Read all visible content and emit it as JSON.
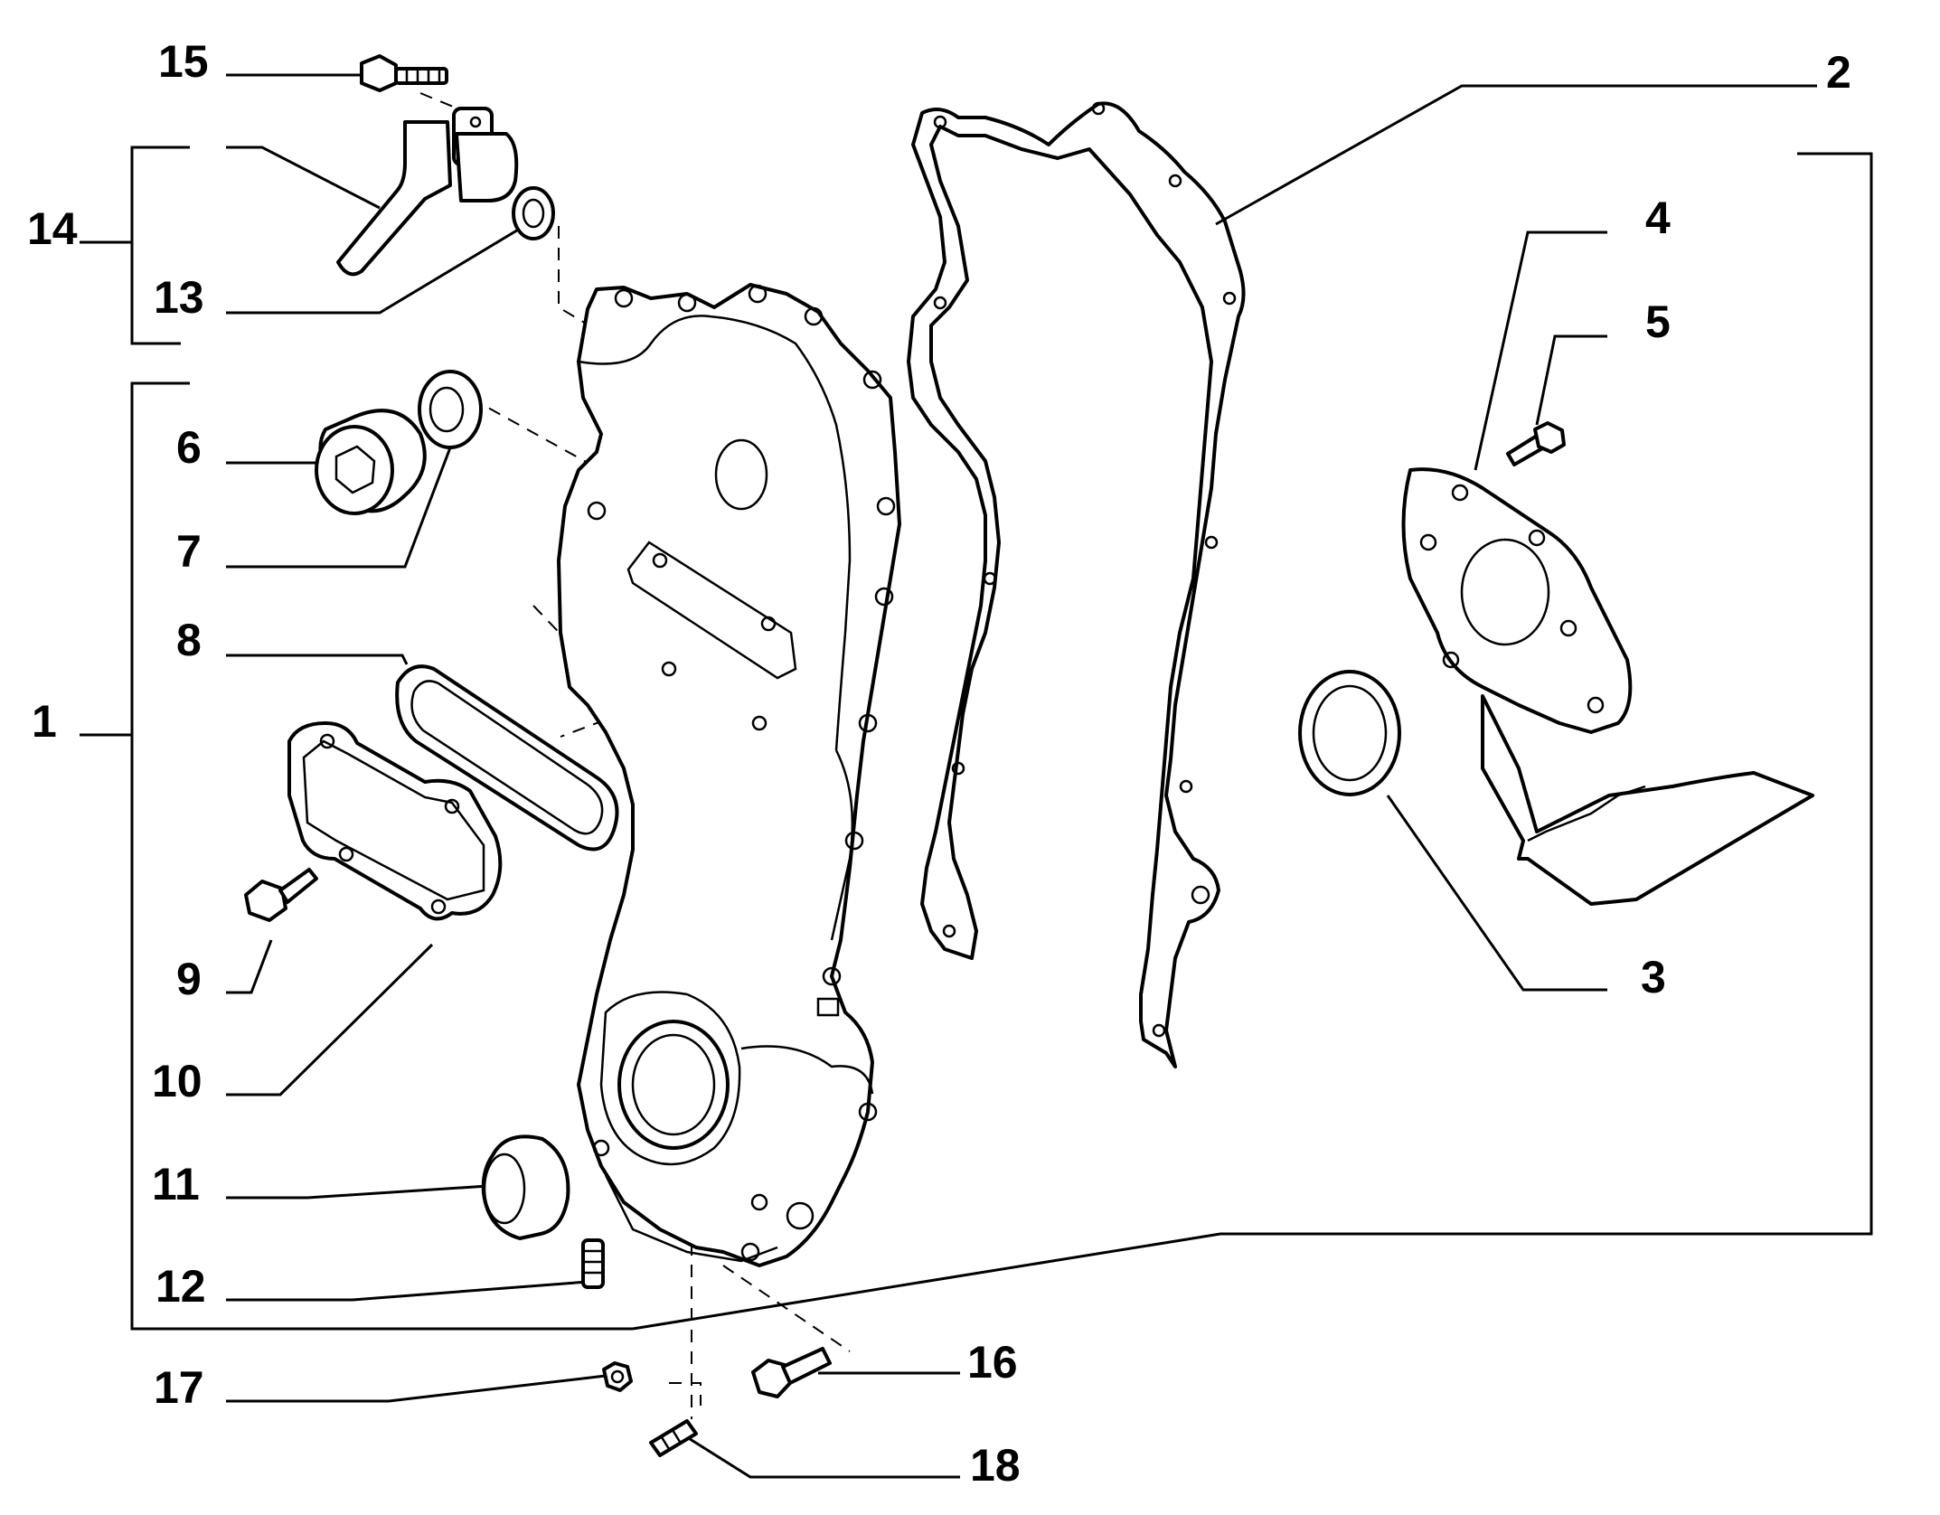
{
  "diagram": {
    "callouts": [
      {
        "id": "1",
        "text": "1"
      },
      {
        "id": "2",
        "text": "2"
      },
      {
        "id": "3",
        "text": "3"
      },
      {
        "id": "4",
        "text": "4"
      },
      {
        "id": "5",
        "text": "5"
      },
      {
        "id": "6",
        "text": "6"
      },
      {
        "id": "7",
        "text": "7"
      },
      {
        "id": "8",
        "text": "8"
      },
      {
        "id": "9",
        "text": "9"
      },
      {
        "id": "10",
        "text": "10"
      },
      {
        "id": "11",
        "text": "11"
      },
      {
        "id": "12",
        "text": "12"
      },
      {
        "id": "13",
        "text": "13"
      },
      {
        "id": "14",
        "text": "14"
      },
      {
        "id": "15",
        "text": "15"
      },
      {
        "id": "16",
        "text": "16"
      },
      {
        "id": "17",
        "text": "17"
      },
      {
        "id": "18",
        "text": "18"
      }
    ],
    "parts": [
      {
        "id": "1",
        "name": "timing-cover-assembly"
      },
      {
        "id": "2",
        "name": "cover-gasket"
      },
      {
        "id": "3",
        "name": "oil-seal-rear"
      },
      {
        "id": "4",
        "name": "rear-cover-plate"
      },
      {
        "id": "5",
        "name": "bolt-small"
      },
      {
        "id": "6",
        "name": "plug"
      },
      {
        "id": "7",
        "name": "washer"
      },
      {
        "id": "8",
        "name": "gasket-ring"
      },
      {
        "id": "9",
        "name": "hex-bolt"
      },
      {
        "id": "10",
        "name": "cover-gasket-plate"
      },
      {
        "id": "11",
        "name": "front-oil-seal"
      },
      {
        "id": "12",
        "name": "stud"
      },
      {
        "id": "13",
        "name": "seal-ring"
      },
      {
        "id": "14",
        "name": "pipe-union"
      },
      {
        "id": "15",
        "name": "flange-bolt"
      },
      {
        "id": "16",
        "name": "flange-bolt-long"
      },
      {
        "id": "17",
        "name": "nut"
      },
      {
        "id": "18",
        "name": "stud-short"
      }
    ]
  }
}
